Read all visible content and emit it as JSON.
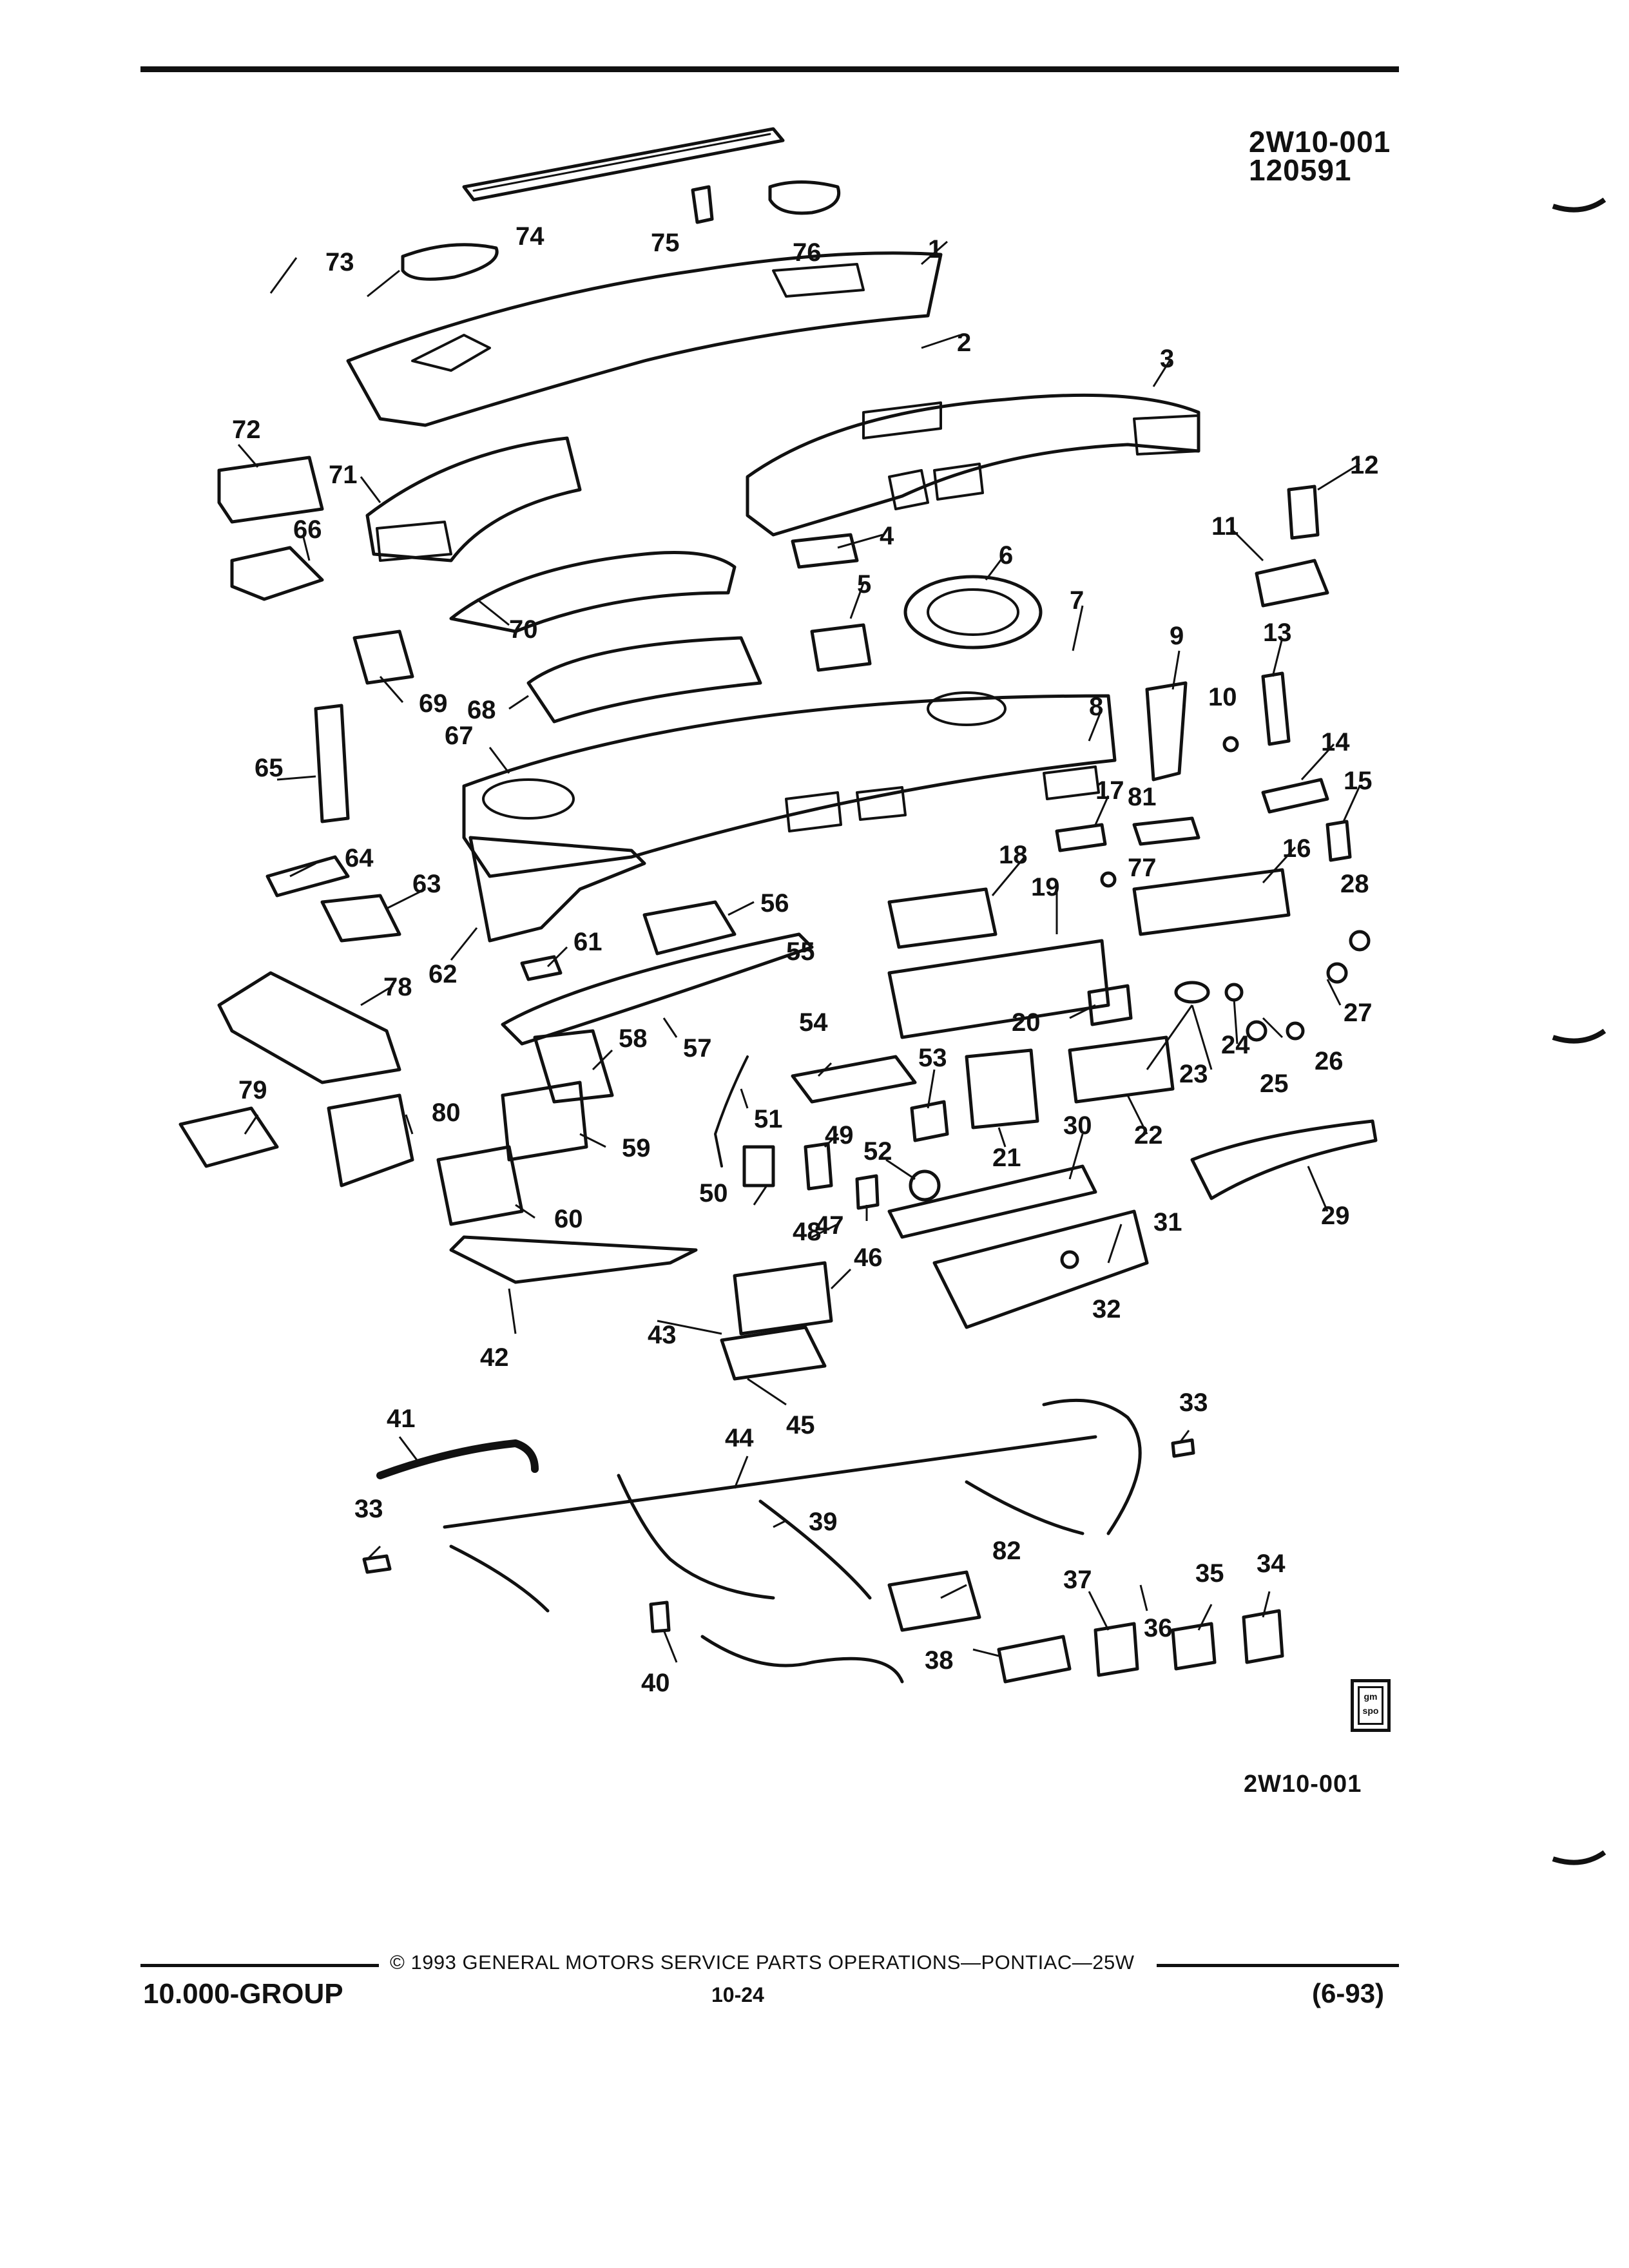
{
  "header": {
    "diagram_code": "2W10-001",
    "diagram_date": "120591"
  },
  "diagram": {
    "callouts": [
      "1",
      "2",
      "3",
      "4",
      "5",
      "6",
      "7",
      "8",
      "9",
      "10",
      "11",
      "12",
      "13",
      "14",
      "15",
      "16",
      "17",
      "18",
      "19",
      "20",
      "21",
      "22",
      "23",
      "24",
      "25",
      "26",
      "27",
      "28",
      "29",
      "30",
      "31",
      "32",
      "33",
      "33",
      "34",
      "35",
      "36",
      "37",
      "38",
      "39",
      "40",
      "41",
      "42",
      "43",
      "44",
      "45",
      "46",
      "47",
      "48",
      "49",
      "50",
      "51",
      "52",
      "53",
      "54",
      "55",
      "56",
      "57",
      "58",
      "59",
      "60",
      "61",
      "62",
      "63",
      "64",
      "65",
      "66",
      "67",
      "68",
      "69",
      "70",
      "71",
      "72",
      "73",
      "74",
      "75",
      "76",
      "77",
      "78",
      "79",
      "80",
      "81",
      "82"
    ],
    "code_bottom": "2W10-001",
    "logo": {
      "line1": "gm",
      "line2": "spo"
    }
  },
  "footer": {
    "copyright": "© 1993 GENERAL MOTORS SERVICE PARTS OPERATIONS—PONTIAC—25W",
    "group": "10.000-GROUP",
    "page": "10-24",
    "revision": "(6-93)"
  },
  "colors": {
    "ink": "#111111",
    "paper": "#ffffff"
  }
}
